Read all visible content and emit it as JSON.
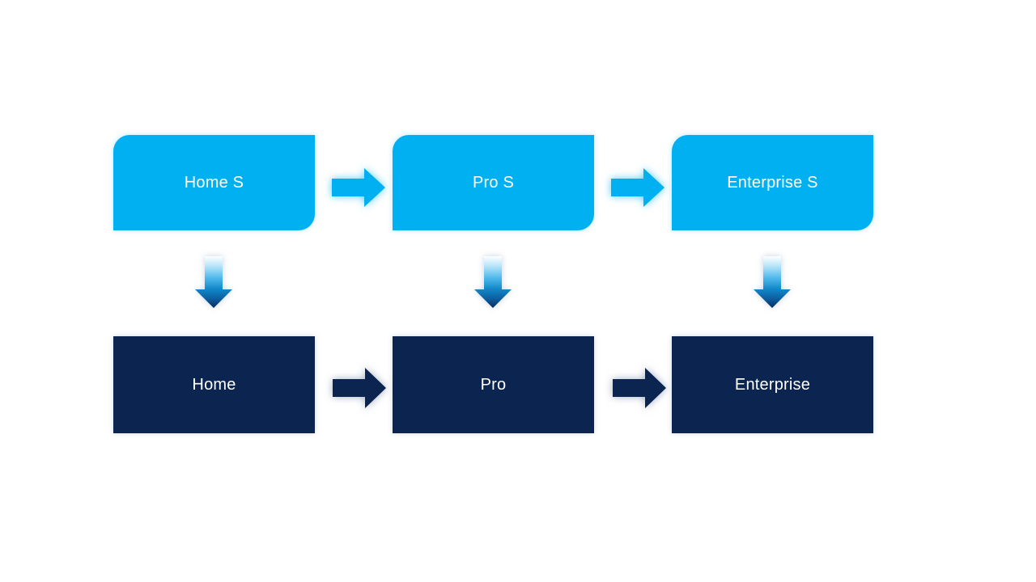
{
  "diagram": {
    "type": "flow-upgrade-diagram",
    "colors": {
      "light_blue": "#00B0F0",
      "navy": "#0C2450",
      "background": "#FFFFFF",
      "text": "#FFFFFF"
    },
    "top_row": [
      {
        "label": "Home S"
      },
      {
        "label": "Pro S"
      },
      {
        "label": "Enterprise S"
      }
    ],
    "bottom_row": [
      {
        "label": "Home"
      },
      {
        "label": "Pro"
      },
      {
        "label": "Enterprise"
      }
    ],
    "icons": {
      "right_arrow": "block-arrow-right",
      "down_arrow": "block-arrow-down"
    }
  }
}
